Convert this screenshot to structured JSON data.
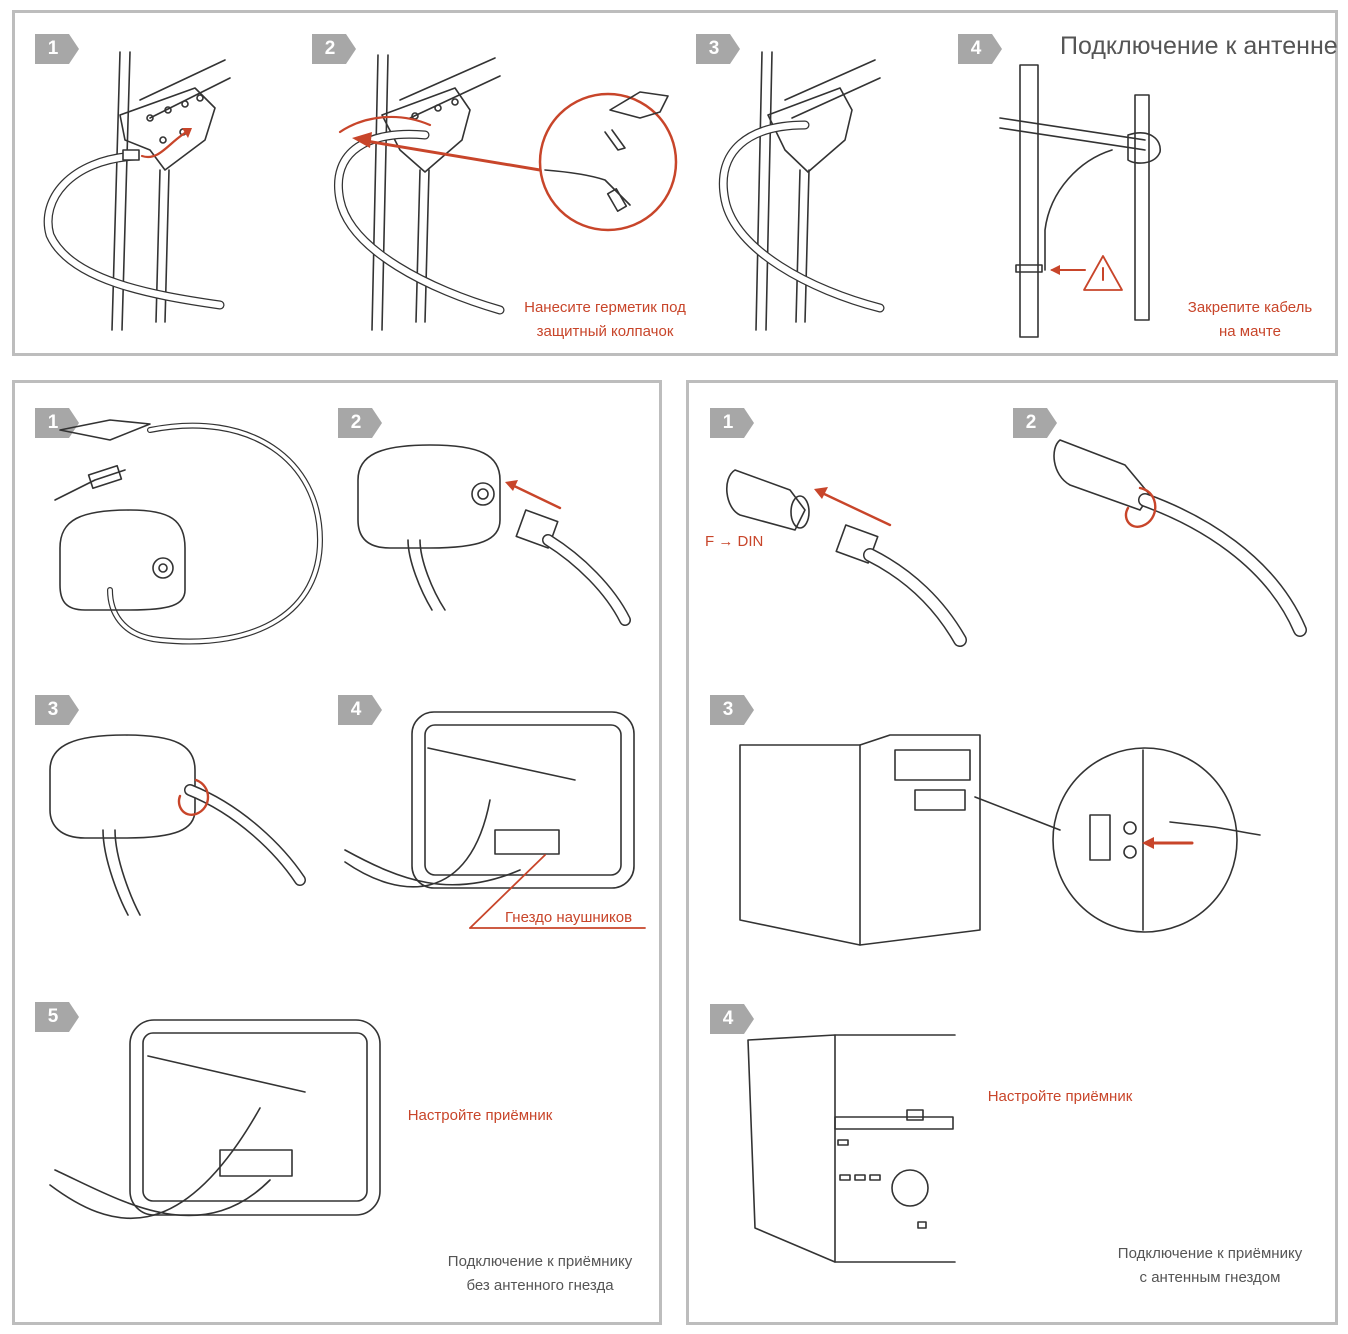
{
  "colors": {
    "accent": "#c8452a",
    "badge": "#a7a7a7",
    "border": "#bdbdbd",
    "line": "#333333"
  },
  "top_panel": {
    "title": "Подключение к антенне",
    "steps": [
      "1",
      "2",
      "3",
      "4"
    ],
    "caption_sealant": [
      "Нанесите герметик под",
      "защитный колпачок"
    ],
    "caption_fix_cable": [
      "Закрепите кабель",
      "на мачте"
    ]
  },
  "left_panel": {
    "steps": [
      "1",
      "2",
      "3",
      "4",
      "5"
    ],
    "label_headphone_jack": "Гнездо наушников",
    "caption_tune": "Настройте приёмник",
    "footer": [
      "Подключение к приёмнику",
      "без антенного гнезда"
    ]
  },
  "right_panel": {
    "steps": [
      "1",
      "2",
      "3",
      "4"
    ],
    "label_adapter": "F → DIN",
    "caption_tune": "Настройте приёмник",
    "footer": [
      "Подключение к приёмнику",
      "с антенным гнездом"
    ]
  }
}
